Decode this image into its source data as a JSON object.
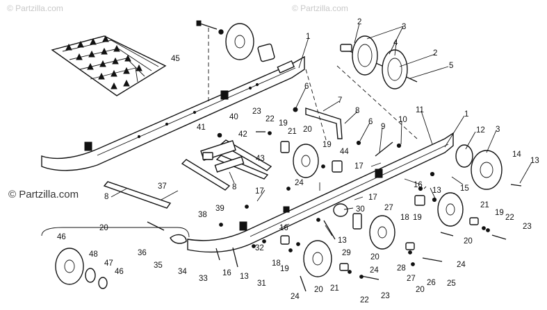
{
  "watermarks": {
    "top_left": "© Partzilla.com",
    "top_center": "© Partzilla.com",
    "mid_left": "© Partzilla.com"
  },
  "callouts": {
    "c1a": "1",
    "c1b": "1",
    "c2a": "2",
    "c2b": "2",
    "c3a": "3",
    "c3b": "3",
    "c4": "4",
    "c5": "5",
    "c6a": "6",
    "c6b": "6",
    "c7": "7",
    "c8a": "8",
    "c8b": "8",
    "c8c": "8",
    "c9": "9",
    "c10": "10",
    "c11": "11",
    "c12": "12",
    "c13a": "13",
    "c13b": "13",
    "c13c": "13",
    "c13d": "13",
    "c14": "14",
    "c15": "15",
    "c16a": "16",
    "c16b": "16",
    "c16c": "16",
    "c17a": "17",
    "c17b": "17",
    "c17c": "17",
    "c18a": "18",
    "c18b": "18",
    "c19a": "19",
    "c19b": "19",
    "c19c": "19",
    "c19d": "19",
    "c19e": "19",
    "c20a": "20",
    "c20b": "20",
    "c20c": "20",
    "c20d": "20",
    "c20e": "20",
    "c20f": "20",
    "c21a": "21",
    "c21b": "21",
    "c21c": "21",
    "c22a": "22",
    "c22b": "22",
    "c22c": "22",
    "c23a": "23",
    "c23b": "23",
    "c23c": "23",
    "c24a": "24",
    "c24b": "24",
    "c24c": "24",
    "c24d": "24",
    "c25": "25",
    "c26": "26",
    "c27a": "27",
    "c27b": "27",
    "c28": "28",
    "c29": "29",
    "c30": "30",
    "c31": "31",
    "c32": "32",
    "c33": "33",
    "c34": "34",
    "c35": "35",
    "c36": "36",
    "c37": "37",
    "c38": "38",
    "c39": "39",
    "c40": "40",
    "c41": "41",
    "c42": "42",
    "c43": "43",
    "c44": "44",
    "c45": "45",
    "c46a": "46",
    "c46b": "46",
    "c47": "47",
    "c48": "48"
  }
}
